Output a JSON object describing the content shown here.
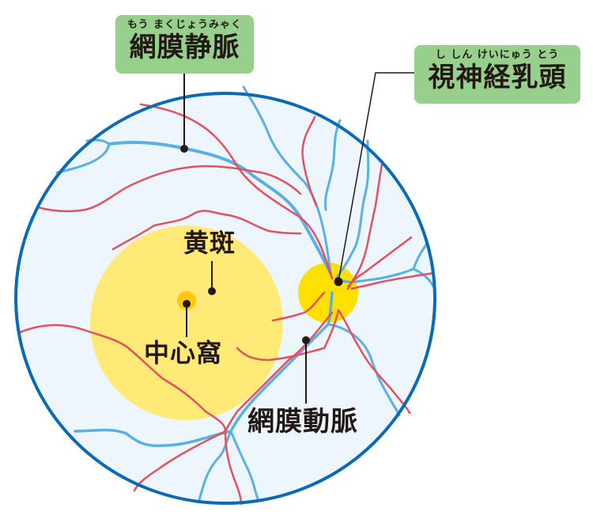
{
  "diagram": {
    "title": "Retina (fundus) diagram",
    "colors": {
      "background": "#ffffff",
      "retina_fill": "#eef6fd",
      "retina_border": "#0a6ab5",
      "artery": "#e5505d",
      "vein": "#5ab0e4",
      "macula": "#ffea77",
      "fovea": "#ffc80a",
      "optic_disc": "#ffe000",
      "label_box": "#96d08c",
      "leader_line": "#231815"
    }
  },
  "labels": {
    "retinal_vein": {
      "ruby": "もう まくじょうみゃく",
      "text": "網膜静脈"
    },
    "optic_disc": {
      "ruby": "し しん けいにゅう とう",
      "text": "視神経乳頭"
    },
    "macula": {
      "text": "黄斑"
    },
    "fovea": {
      "text": "中心窩"
    },
    "retinal_artery": {
      "text": "網膜動脈"
    }
  }
}
